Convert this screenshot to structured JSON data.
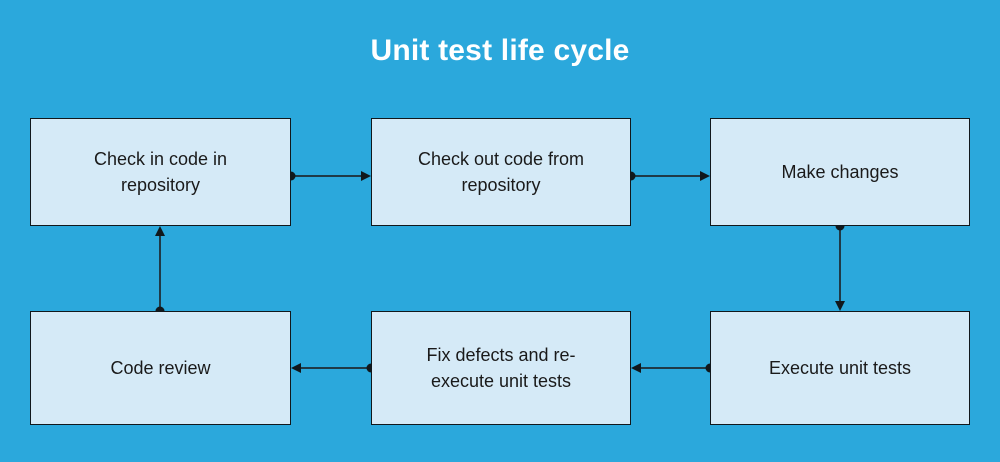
{
  "diagram": {
    "title": "Unit test life cycle",
    "background_color": "#2BA8DC",
    "node_fill_color": "#D5EAF7",
    "node_border_color": "#11181C",
    "edge_color": "#1F3A47",
    "title_color": "#FFFFFF",
    "label_color": "#1A1A1A",
    "nodes": [
      {
        "id": "checkin",
        "label": "Check in code in\nrepository"
      },
      {
        "id": "checkout",
        "label": "Check out code from\nrepository"
      },
      {
        "id": "changes",
        "label": "Make changes"
      },
      {
        "id": "review",
        "label": "Code review"
      },
      {
        "id": "fix",
        "label": "Fix defects and re-\nexecute unit tests"
      },
      {
        "id": "execute",
        "label": "Execute unit tests"
      }
    ],
    "edges": [
      {
        "id": "e1",
        "from": "checkin",
        "to": "checkout",
        "direction": "right"
      },
      {
        "id": "e2",
        "from": "checkout",
        "to": "changes",
        "direction": "right"
      },
      {
        "id": "e3",
        "from": "changes",
        "to": "execute",
        "direction": "down"
      },
      {
        "id": "e4",
        "from": "execute",
        "to": "fix",
        "direction": "left"
      },
      {
        "id": "e5",
        "from": "fix",
        "to": "review",
        "direction": "left"
      },
      {
        "id": "e6",
        "from": "review",
        "to": "checkin",
        "direction": "up"
      }
    ]
  }
}
